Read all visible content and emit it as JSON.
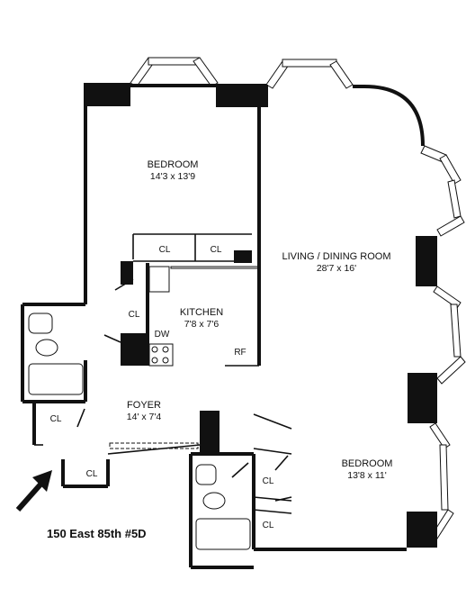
{
  "rooms": {
    "bedroom1": {
      "name": "BEDROOM",
      "dims": "14'3 x 13'9"
    },
    "living": {
      "name": "LIVING / DINING ROOM",
      "dims": "28'7 x 16'"
    },
    "kitchen": {
      "name": "KITCHEN",
      "dims": "7'8 x 7'6"
    },
    "foyer": {
      "name": "FOYER",
      "dims": "14' x 7'4"
    },
    "bedroom2": {
      "name": "BEDROOM",
      "dims": "13'8 x 11'"
    }
  },
  "closets": [
    "CL",
    "CL",
    "CL",
    "CL",
    "CL",
    "CL",
    "CL"
  ],
  "appliances": {
    "dishwasher": "DW",
    "refrigerator": "RF"
  },
  "caption": "150 East 85th #5D"
}
